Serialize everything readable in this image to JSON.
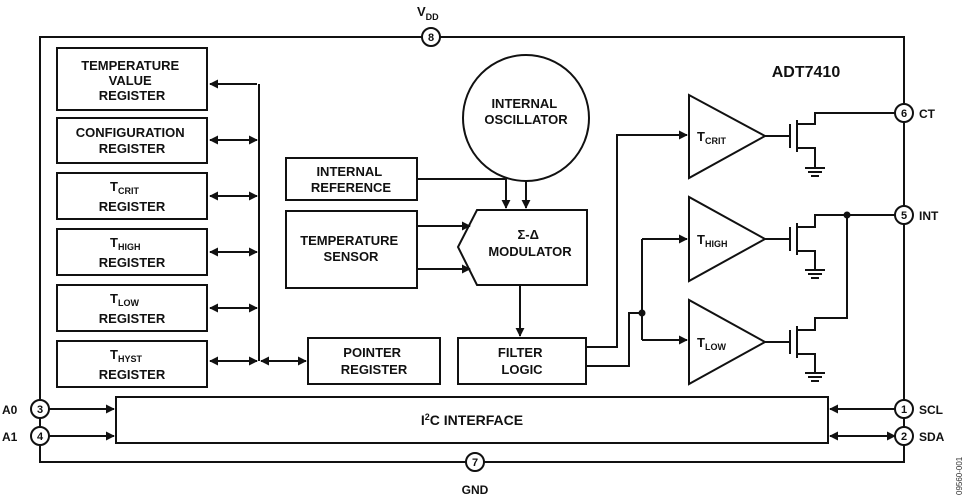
{
  "chip": {
    "name": "ADT7410"
  },
  "pins": {
    "vdd": {
      "label": "V",
      "sub": "DD",
      "num": "8"
    },
    "gnd": {
      "label": "GND",
      "num": "7"
    },
    "a0": {
      "label": "A0",
      "num": "3"
    },
    "a1": {
      "label": "A1",
      "num": "4"
    },
    "scl": {
      "label": "SCL",
      "num": "1"
    },
    "sda": {
      "label": "SDA",
      "num": "2"
    },
    "ct": {
      "label": "CT",
      "num": "6"
    },
    "int": {
      "label": "INT",
      "num": "5"
    }
  },
  "registers": {
    "temp_value": [
      "TEMPERATURE",
      "VALUE",
      "REGISTER"
    ],
    "configuration": [
      "CONFIGURATION",
      "REGISTER"
    ],
    "tcrit": {
      "main": "T",
      "sub": "CRIT",
      "line2": "REGISTER"
    },
    "thigh": {
      "main": "T",
      "sub": "HIGH",
      "line2": "REGISTER"
    },
    "tlow": {
      "main": "T",
      "sub": "LOW",
      "line2": "REGISTER"
    },
    "thyst": {
      "main": "T",
      "sub": "HYST",
      "line2": "REGISTER"
    },
    "pointer": [
      "POINTER",
      "REGISTER"
    ]
  },
  "blocks": {
    "oscillator": [
      "INTERNAL",
      "OSCILLATOR"
    ],
    "reference": [
      "INTERNAL",
      "REFERENCE"
    ],
    "sensor": [
      "TEMPERATURE",
      "SENSOR"
    ],
    "modulator": [
      "Σ-Δ",
      "MODULATOR"
    ],
    "filter": [
      "FILTER",
      "LOGIC"
    ],
    "i2c": {
      "main": "I",
      "sup": "2",
      "rest": "C INTERFACE"
    }
  },
  "comparators": {
    "crit": {
      "main": "T",
      "sub": "CRIT"
    },
    "high": {
      "main": "T",
      "sub": "HIGH"
    },
    "low": {
      "main": "T",
      "sub": "LOW"
    }
  },
  "figure_id": "09560-001"
}
